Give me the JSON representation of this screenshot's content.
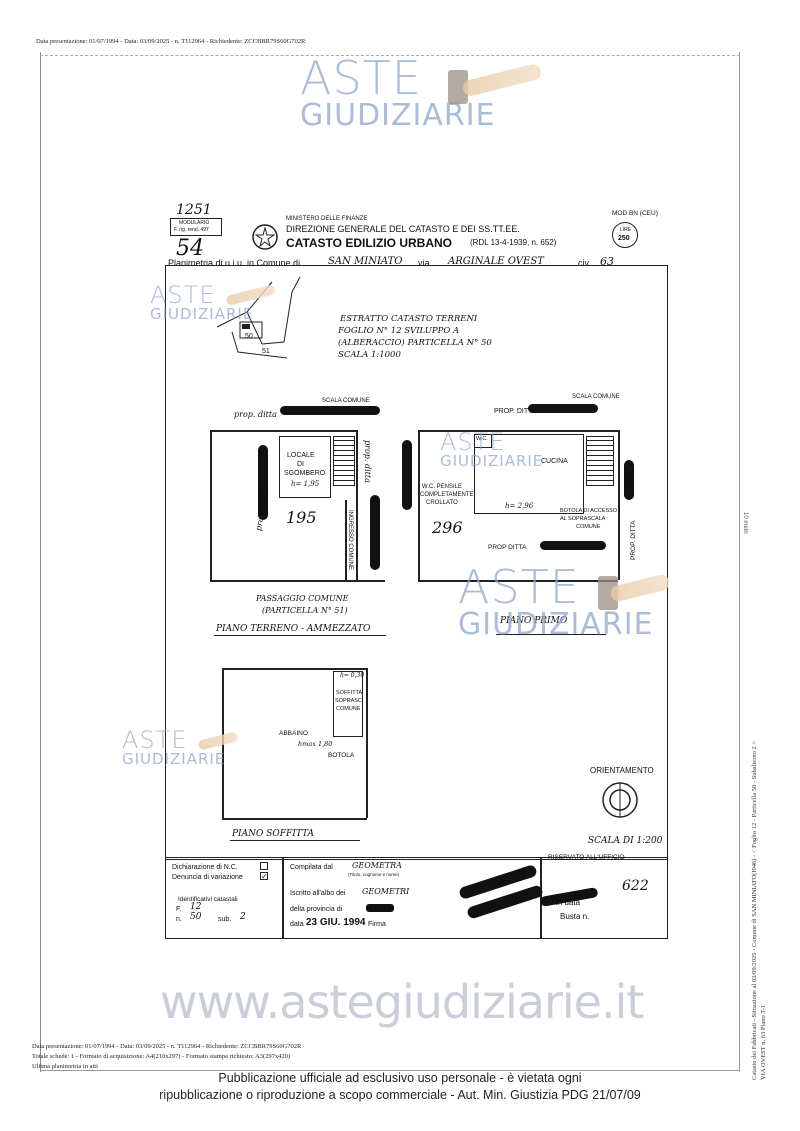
{
  "header": {
    "presentation_info": "Data presentazione: 01/07/1994 - Data: 03/09/2025 - n. T112964 - Richiedente: ZCCBBR79S60G702R"
  },
  "watermark": {
    "line1": "ASTE",
    "line2": "GIUDIZIARIE",
    "url": "www.astegiudiziarie.it"
  },
  "form_header": {
    "hand_number_top": "1251",
    "modulario_label": "MODULARIO",
    "modulario_code": "F. rig. rend. 497",
    "hand_number_54": "54",
    "ministry": "MINISTERO DELLE FINANZE",
    "direction": "DIREZIONE GENERALE DEL CATASTO E DEI SS.TT.EE.",
    "catasto": "CATASTO EDILIZIO URBANO",
    "rdl": "(RDL 13-4-1939, n. 652)",
    "mod": "MOD BN (CEU)",
    "lire_label": "LIRE",
    "lire_value": "250",
    "planimetria_label": "Planimetria di u.i.u. in Comune di",
    "comune": "SAN MINIATO",
    "via_label": "via",
    "via": "ARGINALE OVEST",
    "civ_label": "civ.",
    "civ": "63"
  },
  "extract": {
    "line1": "ESTRATTO CATASTO TERRENI",
    "line2": "FOGLIO N° 12 SVILUPPO A",
    "line3": "(ALBERACCIO) PARTICELLA N° 50",
    "line4": "SCALA 1:1000",
    "parcel_50": "50",
    "parcel_51": "51"
  },
  "plan_ground": {
    "prop_ditta": "prop. ditta",
    "scala_comune": "SCALA COMUNE",
    "locale": "LOCALE",
    "di": "DI",
    "sgombero": "SGOMBERO",
    "height": "h= 1,95",
    "prop_ditta_right": "prop. ditta",
    "ingresso_comune": "INGRESSO COMUNE",
    "number_195": "195",
    "prop_ditta_left": "prop. ditta",
    "passaggio": "PASSAGGIO COMUNE",
    "particella": "(PARTICELLA N° 51)",
    "title": "PIANO TERRENO - AMMEZZATO"
  },
  "plan_first": {
    "prop_ditta_top": "PROP. DITTA",
    "scala_comune": "SCALA COMUNE",
    "wc": "W.C.",
    "cucina": "CUCINA",
    "wc_pensile": "W.C. PENSILE",
    "completamente": "COMPLETAMENTE",
    "crollato": "CROLLATO",
    "height": "h= 2,96",
    "botola1": "BOTOLA DI ACCESSO",
    "botola2": "AL SOPRASCALA",
    "botola3": "COMUNE",
    "prop_ditta_right": "PROP. DITTA",
    "number_296": "296",
    "prop_ditta_bottom": "PROP DITTA",
    "title": "PIANO PRIMO"
  },
  "plan_attic": {
    "h030": "h= 0,30",
    "soffitta": "SOFFITTA",
    "soprasc": "SOPRASC.",
    "comune": "COMUNE",
    "abbaino": "ABBAINO",
    "hmax": "hmax 1,80",
    "botola": "BOTOLA",
    "title": "PIANO SOFFITTA"
  },
  "orientation": {
    "label": "ORIENTAMENTO",
    "scale": "SCALA DI 1:200"
  },
  "form_footer": {
    "dichiarazione": "Dichiarazione di N.C.",
    "denuncia": "Denuncia di variazione",
    "identificativi": "Identificativi catastali",
    "f_label": "F.",
    "f_value": "12",
    "n_label": "n.",
    "n_value": "50",
    "sub_label": "sub.",
    "sub_value": "2",
    "compilata": "Compilata dal",
    "compilata_value": "GEOMETRA",
    "titolo": "(Titolo, cognome e nome)",
    "iscritto": "Iscritto all'albo dei",
    "iscritto_value": "GEOMETRI",
    "provincia": "della provincia di",
    "data_label": "data",
    "data_value": "23 GIU. 1994",
    "firma": "Firma",
    "riservato": "RISERVATO ALL'UFFICIO",
    "hand_622": "622",
    "in_data": "in data",
    "busta": "Busta n."
  },
  "bottom_meta": {
    "line1": "Data presentazione: 01/07/1994 - Data: 03/09/2025 - n. T112964 - Richiedente: ZCCBBR79S60G702R",
    "line2": "Totale schede: 1 - Formato di acquisizione: A4(210x297) - Formato stampa richiesto: A3(297x420)",
    "line3": "Ultima planimetria in atti"
  },
  "footer_note": {
    "line1": "Pubblicazione ufficiale ad esclusivo uso personale - è vietata ogni",
    "line2": "ripubblicazione o riproduzione a scopo commerciale - Aut. Min. Giustizia PDG 21/07/09"
  },
  "side": {
    "line1": "Catasto dei Fabbricati - Situazione al 03/09/2025 - Comune di SAN MINIATO(I046) - < Foglio 12 - Particella 50 - Subalterno 2 >",
    "line2": "VIA OVEST n. 63 Piano T-1",
    "mm": "10 metri"
  }
}
